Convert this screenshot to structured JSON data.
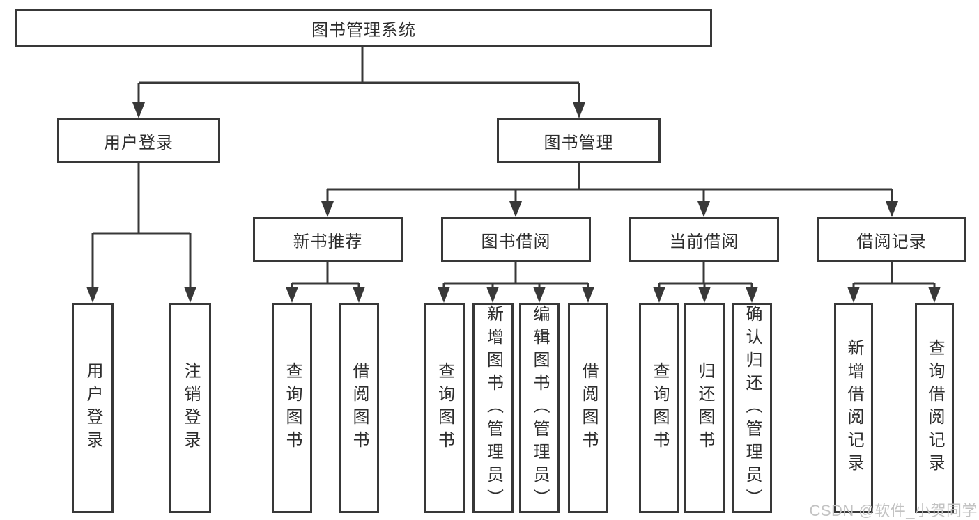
{
  "colors": {
    "line": "#383838",
    "text": "#2d2d2d",
    "box_background": "#ffffff",
    "watermark": "#c2c2c2"
  },
  "watermark": {
    "text": "CSDN @软件_小贺同学"
  },
  "diagram": {
    "type": "tree",
    "root": {
      "label": "图书管理系统"
    },
    "level2": [
      {
        "label": "用户登录",
        "children": [
          {
            "label": "用户登录"
          },
          {
            "label": "注销登录"
          }
        ]
      },
      {
        "label": "图书管理",
        "children": [
          {
            "label": "新书推荐",
            "children": [
              {
                "label": "查询图书"
              },
              {
                "label": "借阅图书"
              }
            ]
          },
          {
            "label": "图书借阅",
            "children": [
              {
                "label": "查询图书"
              },
              {
                "label": "新增图书（管理员）"
              },
              {
                "label": "编辑图书（管理员）"
              },
              {
                "label": "借阅图书"
              }
            ]
          },
          {
            "label": "当前借阅",
            "children": [
              {
                "label": "查询图书"
              },
              {
                "label": "归还图书"
              },
              {
                "label": "确认归还（管理员）"
              }
            ]
          },
          {
            "label": "借阅记录",
            "children": [
              {
                "label": "新增借阅记录"
              },
              {
                "label": "查询借阅记录"
              }
            ]
          }
        ]
      }
    ]
  }
}
